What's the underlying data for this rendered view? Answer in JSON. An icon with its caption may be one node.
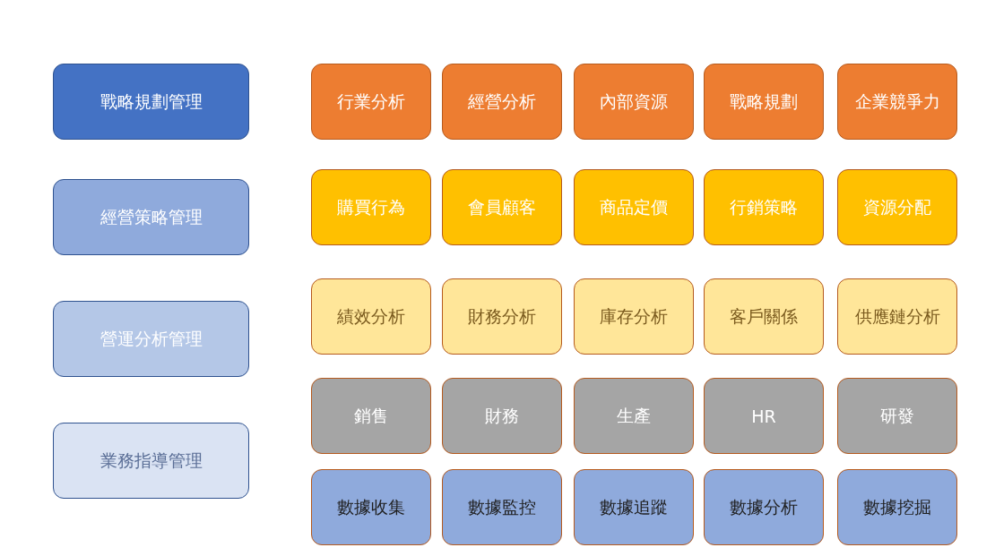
{
  "diagram": {
    "nodes": [
      {
        "text": [
          "戰略規劃管理"
        ]
      },
      {
        "text": [
          "經營策略管理"
        ]
      },
      {
        "text": [
          "營運分析管理"
        ]
      },
      {
        "text": [
          "業務指導管理"
        ]
      },
      {
        "text": [
          "行業分析"
        ]
      },
      {
        "text": [
          "經營分析"
        ]
      },
      {
        "text": [
          "內部資源"
        ]
      },
      {
        "text": [
          "戰略規劃"
        ]
      },
      {
        "text": [
          "企業競爭力"
        ]
      },
      {
        "text": [
          "購買行為"
        ]
      },
      {
        "text": [
          "會員顧客"
        ]
      },
      {
        "text": [
          "商品定價"
        ]
      },
      {
        "text": [
          "行銷策略"
        ]
      },
      {
        "text": [
          "資源分配"
        ]
      },
      {
        "text": [
          "績效分析"
        ]
      },
      {
        "text": [
          "財務分析"
        ]
      },
      {
        "text": [
          "庫存分析"
        ]
      },
      {
        "text": [
          "客戶關係"
        ]
      },
      {
        "text": [
          "供應鏈分析"
        ]
      },
      {
        "text": [
          "銷售"
        ]
      },
      {
        "text": [
          "財務"
        ]
      },
      {
        "text": [
          "生產"
        ]
      },
      {
        "text": [
          "HR"
        ]
      },
      {
        "text": [
          "研發"
        ]
      },
      {
        "text": [
          "數據收集"
        ]
      },
      {
        "text": [
          "數據監控"
        ]
      },
      {
        "text": [
          "數據追蹤"
        ]
      },
      {
        "text": [
          "數據分析"
        ]
      },
      {
        "text": [
          "數據挖掘"
        ]
      }
    ]
  }
}
